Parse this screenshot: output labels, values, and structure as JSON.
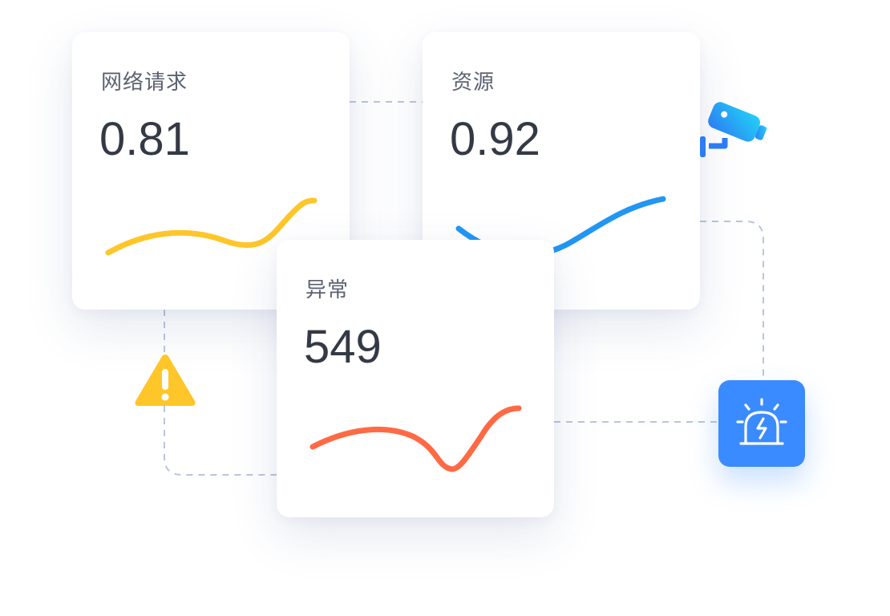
{
  "cards": {
    "network": {
      "title": "网络请求",
      "value": "0.81",
      "line_color": "#FFC629"
    },
    "resource": {
      "title": "资源",
      "value": "0.92",
      "line_color": "#2196F3"
    },
    "anomaly": {
      "title": "异常",
      "value": "549",
      "line_color": "#FF6A45"
    }
  },
  "icons": {
    "warning": {
      "name": "warning-triangle-icon",
      "color": "#FFC629"
    },
    "camera": {
      "name": "security-camera-icon",
      "color": "#2C8CF5"
    },
    "alarm": {
      "name": "alarm-siren-icon",
      "color": "#3A8BFF"
    }
  },
  "connector_color": "#B9C6DC"
}
